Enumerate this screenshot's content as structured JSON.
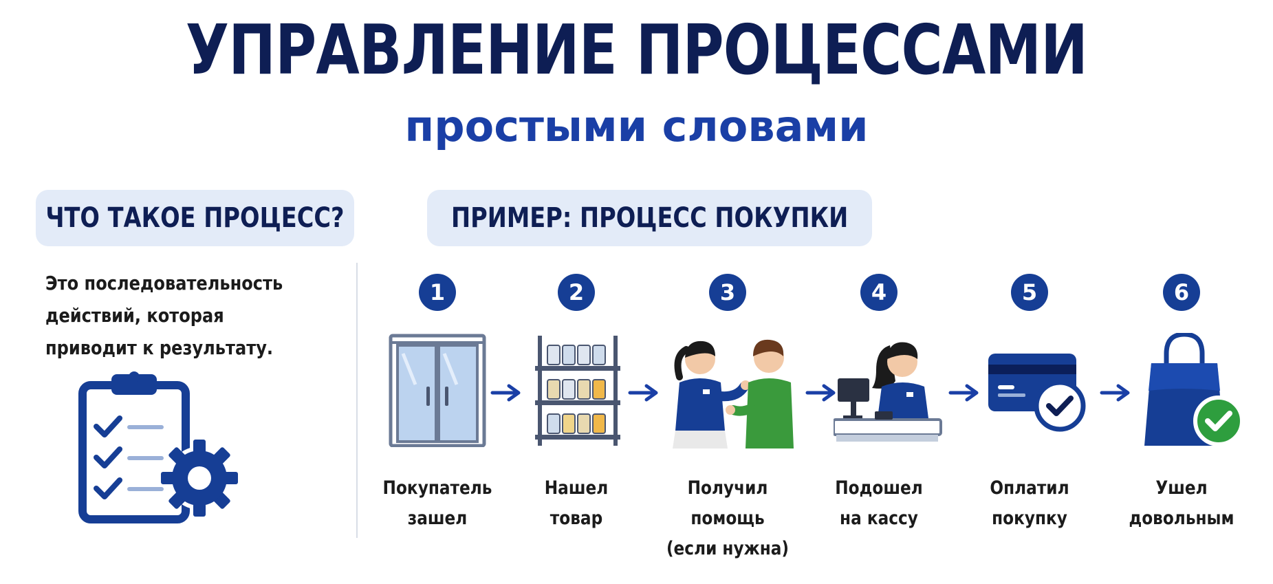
{
  "title": "УПРАВЛЕНИЕ ПРОЦЕССАМИ",
  "subtitle": "простыми словами",
  "what_is": {
    "heading": "ЧТО ТАКОЕ ПРОЦЕСС?",
    "lines": [
      "Это последовательность",
      "действий, которая",
      "приводит к результату."
    ]
  },
  "example": {
    "heading": "ПРИМЕР: ПРОЦЕСС ПОКУПКИ",
    "steps": [
      {
        "number": "1",
        "icon": "glass-door-icon",
        "lines": [
          "Покупатель",
          "зашел"
        ]
      },
      {
        "number": "2",
        "icon": "store-shelf-icon",
        "lines": [
          "Нашел",
          "товар"
        ]
      },
      {
        "number": "3",
        "icon": "assistant-helping-customer-icon",
        "lines": [
          "Получил",
          "помощь",
          "(если нужна)"
        ]
      },
      {
        "number": "4",
        "icon": "cashier-checkout-icon",
        "lines": [
          "Подошел",
          "на кассу"
        ]
      },
      {
        "number": "5",
        "icon": "credit-card-check-icon",
        "lines": [
          "Оплатил",
          "покупку"
        ]
      },
      {
        "number": "6",
        "icon": "shopping-bag-check-icon",
        "lines": [
          "Ушел",
          "довольным"
        ]
      }
    ]
  },
  "colors": {
    "navy": "#0e1e54",
    "blue": "#163e95",
    "accent": "#1a3fa6",
    "pill_bg": "#e3ebf8",
    "green": "#2e9e3e"
  }
}
